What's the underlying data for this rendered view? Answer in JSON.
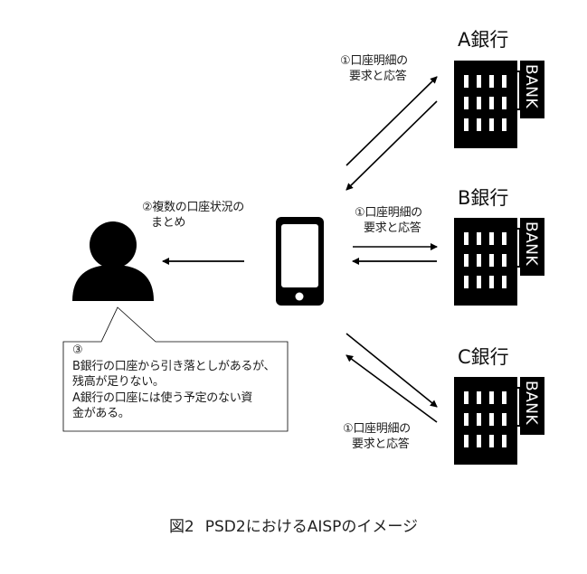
{
  "banks": [
    {
      "name": "A銀行",
      "sign": "BANK"
    },
    {
      "name": "B銀行",
      "sign": "BANK"
    },
    {
      "name": "C銀行",
      "sign": "BANK"
    }
  ],
  "labels": {
    "request_a": [
      "①口座明細の",
      "要求と応答"
    ],
    "request_b": [
      "①口座明細の",
      "要求と応答"
    ],
    "request_c": [
      "①口座明細の",
      "要求と応答"
    ],
    "summary": [
      "②複数の口座状況の",
      "まとめ"
    ]
  },
  "bubble": {
    "lines": [
      "③",
      "B銀行の口座から引き落としがあるが、",
      "残高が足りない。",
      "A銀行の口座には使う予定のない資",
      "金がある。"
    ]
  },
  "caption": {
    "figure": "図2",
    "title": "PSD2におけるAISPのイメージ"
  },
  "icons": {
    "user": "person-icon",
    "phone": "smartphone-icon",
    "bank": "bank-building-icon"
  },
  "colors": {
    "ink": "#000000",
    "background": "#ffffff"
  }
}
